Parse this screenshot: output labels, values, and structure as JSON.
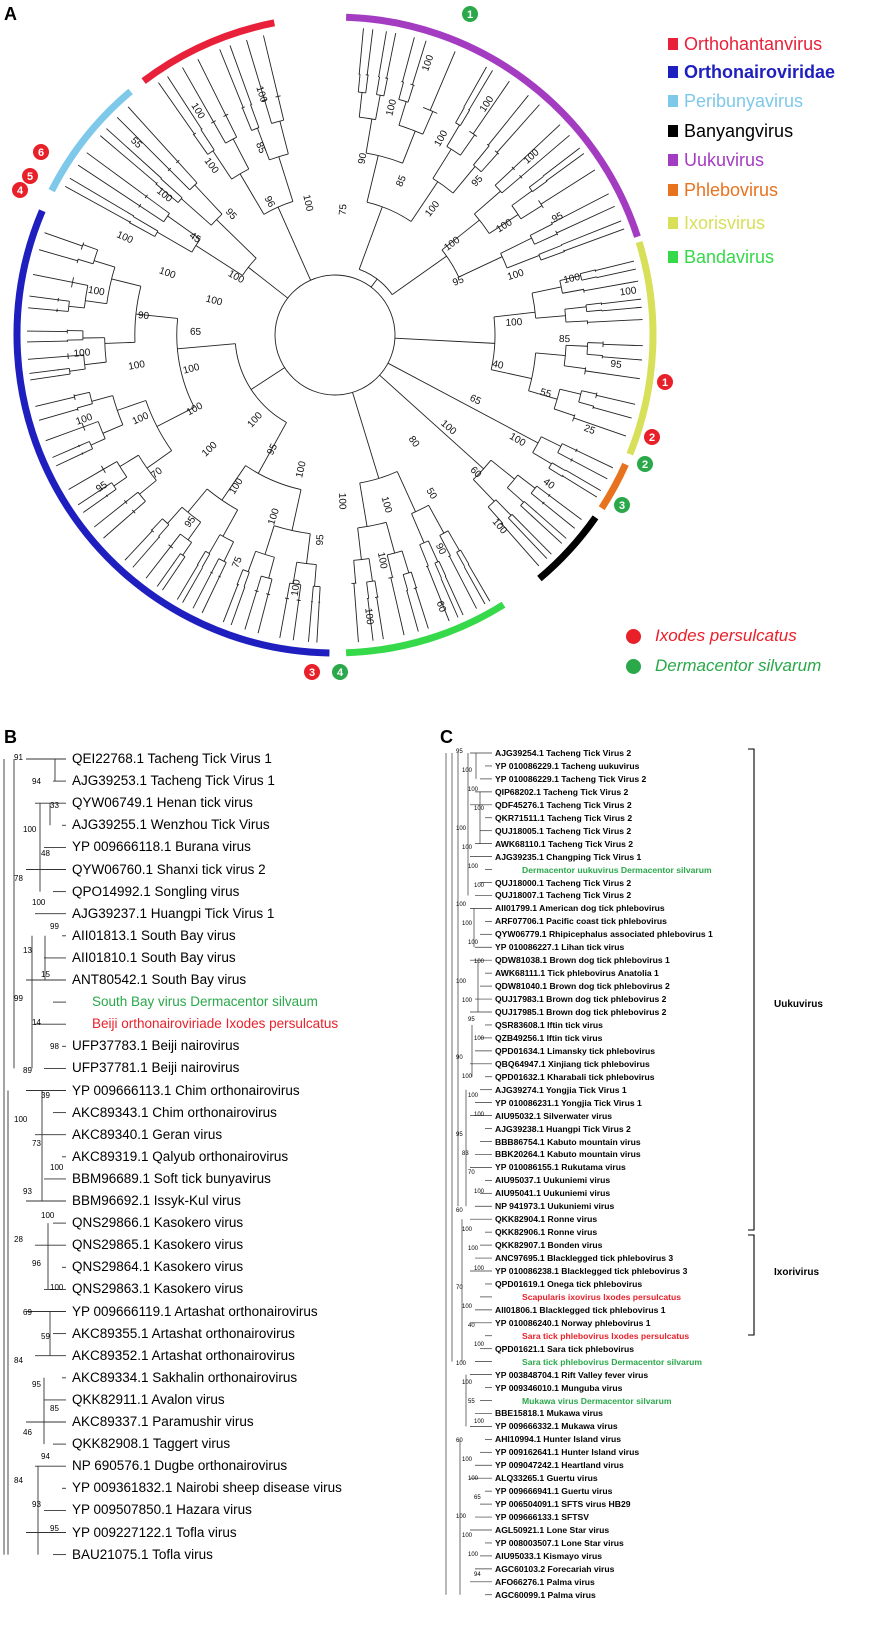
{
  "panels": {
    "a": "A",
    "b": "B",
    "c": "C"
  },
  "colors": {
    "orthohantanvirus": "#e8203a",
    "orthonairoviridae": "#1f1fbf",
    "peribunyavirus": "#7ec8ea",
    "banyangvirus": "#000000",
    "uukuvirus": "#a43cc2",
    "phlebovirus": "#e8731f",
    "ixorisvirus": "#d8e05a",
    "bandavirus": "#35d94a",
    "ixodes": "#e8202a",
    "dermacentor": "#2aa84a"
  },
  "legend": [
    {
      "label": "Orthohantanvirus",
      "color": "#e8203a",
      "bold": false
    },
    {
      "label": "Orthonairoviridae",
      "color": "#1f1fbf",
      "bold": true
    },
    {
      "label": "Peribunyavirus",
      "color": "#7ec8ea",
      "bold": false
    },
    {
      "label": "Banyangvirus",
      "color": "#000000",
      "bold": false
    },
    {
      "label": "Uukuvirus",
      "color": "#a43cc2",
      "bold": false
    },
    {
      "label": "Phlebovirus",
      "color": "#e8731f",
      "bold": false
    },
    {
      "label": "Ixorisvirus",
      "color": "#d8e05a",
      "bold": false
    },
    {
      "label": "Bandavirus",
      "color": "#35d94a",
      "bold": false
    }
  ],
  "hosts": [
    {
      "label": "Ixodes persulcatus",
      "color": "#e8202a"
    },
    {
      "label": "Dermacentor silvarum",
      "color": "#2aa84a"
    }
  ],
  "markers": [
    {
      "num": "1",
      "host": "dermacentor"
    },
    {
      "num": "1",
      "host": "ixodes"
    },
    {
      "num": "2",
      "host": "ixodes"
    },
    {
      "num": "2",
      "host": "dermacentor"
    },
    {
      "num": "3",
      "host": "dermacentor"
    },
    {
      "num": "3",
      "host": "ixodes"
    },
    {
      "num": "4",
      "host": "dermacentor"
    },
    {
      "num": "4",
      "host": "ixodes"
    },
    {
      "num": "5",
      "host": "ixodes"
    },
    {
      "num": "6",
      "host": "ixodes"
    }
  ],
  "panelA_bootstrap": [
    "75",
    "90",
    "100",
    "100",
    "85",
    "100",
    "100",
    "100",
    "95",
    "100",
    "100",
    "100",
    "95",
    "95",
    "100",
    "100",
    "100",
    "100",
    "85",
    "95",
    "40",
    "55",
    "25",
    "65",
    "100",
    "40",
    "100",
    "60",
    "100",
    "80",
    "50",
    "90",
    "60",
    "100",
    "100",
    "100",
    "100",
    "95",
    "100",
    "100",
    "100",
    "75",
    "95",
    "100",
    "95",
    "100",
    "100",
    "70",
    "95",
    "100",
    "100",
    "100",
    "100",
    "100",
    "100",
    "65",
    "90",
    "100",
    "100",
    "100",
    "100",
    "100",
    "45",
    "100",
    "55",
    "95",
    "100",
    "100",
    "96",
    "85",
    "100",
    "100"
  ],
  "panelB": {
    "tips": [
      {
        "label": "QEI22768.1 Tacheng Tick Virus 1",
        "hl": ""
      },
      {
        "label": "AJG39253.1 Tacheng Tick Virus 1",
        "hl": ""
      },
      {
        "label": "QYW06749.1 Henan tick virus",
        "hl": ""
      },
      {
        "label": "AJG39255.1 Wenzhou Tick Virus",
        "hl": ""
      },
      {
        "label": "YP 009666118.1 Burana virus",
        "hl": ""
      },
      {
        "label": "QYW06760.1 Shanxi tick virus 2",
        "hl": ""
      },
      {
        "label": "QPO14992.1 Songling virus",
        "hl": ""
      },
      {
        "label": "AJG39237.1 Huangpi Tick Virus 1",
        "hl": ""
      },
      {
        "label": "AII01813.1 South Bay virus",
        "hl": ""
      },
      {
        "label": "AII01810.1 South Bay virus",
        "hl": ""
      },
      {
        "label": "ANT80542.1 South Bay virus",
        "hl": ""
      },
      {
        "label": "South Bay virus Dermacentor silvaum",
        "hl": "dermacentor"
      },
      {
        "label": "Beiji orthonairoviriade Ixodes persulcatus",
        "hl": "ixodes"
      },
      {
        "label": "UFP37783.1 Beiji nairovirus",
        "hl": ""
      },
      {
        "label": "UFP37781.1 Beiji nairovirus",
        "hl": ""
      },
      {
        "label": "YP 009666113.1 Chim orthonairovirus",
        "hl": ""
      },
      {
        "label": "AKC89343.1 Chim orthonairovirus",
        "hl": ""
      },
      {
        "label": "AKC89340.1 Geran virus",
        "hl": ""
      },
      {
        "label": "AKC89319.1 Qalyub orthonairovirus",
        "hl": ""
      },
      {
        "label": "BBM96689.1 Soft tick bunyavirus",
        "hl": ""
      },
      {
        "label": "BBM96692.1 Issyk-Kul virus",
        "hl": ""
      },
      {
        "label": "QNS29866.1 Kasokero virus",
        "hl": ""
      },
      {
        "label": "QNS29865.1 Kasokero virus",
        "hl": ""
      },
      {
        "label": "QNS29864.1 Kasokero virus",
        "hl": ""
      },
      {
        "label": "QNS29863.1 Kasokero virus",
        "hl": ""
      },
      {
        "label": "YP 009666119.1 Artashat orthonairovirus",
        "hl": ""
      },
      {
        "label": "AKC89355.1 Artashat orthonairovirus",
        "hl": ""
      },
      {
        "label": "AKC89352.1 Artashat orthonairovirus",
        "hl": ""
      },
      {
        "label": "AKC89334.1 Sakhalin orthonairovirus",
        "hl": ""
      },
      {
        "label": "QKK82911.1 Avalon virus",
        "hl": ""
      },
      {
        "label": "AKC89337.1 Paramushir virus",
        "hl": ""
      },
      {
        "label": "QKK82908.1 Taggert virus",
        "hl": ""
      },
      {
        "label": "NP 690576.1 Dugbe orthonairovirus",
        "hl": ""
      },
      {
        "label": "YP 009361832.1 Nairobi sheep disease virus",
        "hl": ""
      },
      {
        "label": "YP 009507850.1 Hazara virus",
        "hl": ""
      },
      {
        "label": "YP 009227122.1 Tofla virus",
        "hl": ""
      },
      {
        "label": "BAU21075.1 Tofla virus",
        "hl": ""
      }
    ],
    "bootstrap": [
      "91",
      "94",
      "33",
      "100",
      "48",
      "78",
      "100",
      "99",
      "13",
      "15",
      "99",
      "14",
      "98",
      "89",
      "39",
      "100",
      "73",
      "100",
      "93",
      "100",
      "28",
      "96",
      "100",
      "69",
      "59",
      "84",
      "95",
      "85",
      "46",
      "94",
      "84",
      "93",
      "95"
    ]
  },
  "panelC": {
    "tips": [
      {
        "label": "AJG39254.1 Tacheng Tick Virus 2",
        "hl": ""
      },
      {
        "label": "YP 010086229.1 Tacheng uukuvirus",
        "hl": ""
      },
      {
        "label": "YP 010086229.1 Tacheng Tick Virus 2",
        "hl": ""
      },
      {
        "label": "QIP68202.1 Tacheng Tick Virus 2",
        "hl": ""
      },
      {
        "label": "QDF45276.1 Tacheng Tick Virus 2",
        "hl": ""
      },
      {
        "label": "QKR71511.1 Tacheng Tick Virus 2",
        "hl": ""
      },
      {
        "label": "QUJ18005.1 Tacheng Tick Virus 2",
        "hl": ""
      },
      {
        "label": "AWK68110.1 Tacheng Tick Virus 2",
        "hl": ""
      },
      {
        "label": "AJG39235.1 Changping Tick Virus 1",
        "hl": ""
      },
      {
        "label": "Dermacentor uukuvirus Dermacentor silvarum",
        "hl": "dermacentor"
      },
      {
        "label": "QUJ18000.1 Tacheng Tick Virus 2",
        "hl": ""
      },
      {
        "label": "QUJ18007.1 Tacheng Tick Virus 2",
        "hl": ""
      },
      {
        "label": "AII01799.1 American dog tick phlebovirus",
        "hl": ""
      },
      {
        "label": "ARF07706.1 Pacific coast tick phlebovirus",
        "hl": ""
      },
      {
        "label": "QYW06779.1 Rhipicephalus associated phlebovirus 1",
        "hl": ""
      },
      {
        "label": "YP 010086227.1 Lihan tick virus",
        "hl": ""
      },
      {
        "label": "QDW81038.1 Brown dog tick phlebovirus 1",
        "hl": ""
      },
      {
        "label": "AWK68111.1 Tick phlebovirus Anatolia 1",
        "hl": ""
      },
      {
        "label": "QDW81040.1 Brown dog tick phlebovirus 2",
        "hl": ""
      },
      {
        "label": "QUJ17983.1 Brown dog tick phlebovirus 2",
        "hl": ""
      },
      {
        "label": "QUJ17985.1 Brown dog tick phlebovirus 2",
        "hl": ""
      },
      {
        "label": "QSR83608.1 Iftin tick virus",
        "hl": ""
      },
      {
        "label": "QZB49256.1 Iftin tick virus",
        "hl": ""
      },
      {
        "label": "QPD01634.1 Limansky tick phlebovirus",
        "hl": ""
      },
      {
        "label": "QBQ64947.1 Xinjiang tick phlebovirus",
        "hl": ""
      },
      {
        "label": "QPD01632.1 Kharabali tick phlebovirus",
        "hl": ""
      },
      {
        "label": "AJG39274.1 Yongjia Tick Virus 1",
        "hl": ""
      },
      {
        "label": "YP 010086231.1 Yongjia Tick Virus 1",
        "hl": ""
      },
      {
        "label": "AIU95032.1 Silverwater virus",
        "hl": ""
      },
      {
        "label": "AJG39238.1 Huangpi Tick Virus 2",
        "hl": ""
      },
      {
        "label": "BBB86754.1 Kabuto mountain virus",
        "hl": ""
      },
      {
        "label": "BBK20264.1 Kabuto mountain virus",
        "hl": ""
      },
      {
        "label": "YP 010086155.1 Rukutama virus",
        "hl": ""
      },
      {
        "label": "AIU95037.1 Uukuniemi virus",
        "hl": ""
      },
      {
        "label": "AIU95041.1 Uukuniemi virus",
        "hl": ""
      },
      {
        "label": "NP 941973.1 Uukuniemi virus",
        "hl": ""
      },
      {
        "label": "QKK82904.1 Ronne virus",
        "hl": ""
      },
      {
        "label": "QKK82906.1 Ronne virus",
        "hl": ""
      },
      {
        "label": "QKK82907.1 Bonden virus",
        "hl": ""
      },
      {
        "label": "ANC97695.1 Blacklegged tick phlebovirus 3",
        "hl": ""
      },
      {
        "label": "YP 010086238.1 Blacklegged tick phlebovirus 3",
        "hl": ""
      },
      {
        "label": "QPD01619.1 Onega tick phlebovirus",
        "hl": ""
      },
      {
        "label": "Scapularis ixovirus Ixodes persulcatus",
        "hl": "ixodes"
      },
      {
        "label": "AII01806.1 Blacklegged tick phlebovirus 1",
        "hl": ""
      },
      {
        "label": "YP 010086240.1 Norway phlebovirus 1",
        "hl": ""
      },
      {
        "label": "Sara tick phlebovirus Ixodes persulcatus",
        "hl": "ixodes"
      },
      {
        "label": "QPD01621.1 Sara tick phlebovirus",
        "hl": ""
      },
      {
        "label": "Sara tick phlebovirus Dermacentor silvarum",
        "hl": "dermacentor"
      },
      {
        "label": "YP 003848704.1 Rift Valley fever virus",
        "hl": ""
      },
      {
        "label": "YP 009346010.1 Munguba virus",
        "hl": ""
      },
      {
        "label": "Mukawa virus Dermacentor silvarum",
        "hl": "dermacentor"
      },
      {
        "label": "BBE15818.1 Mukawa virus",
        "hl": ""
      },
      {
        "label": "YP 009666332.1 Mukawa virus",
        "hl": ""
      },
      {
        "label": "AHI10994.1 Hunter Island virus",
        "hl": ""
      },
      {
        "label": "YP 009162641.1 Hunter Island virus",
        "hl": ""
      },
      {
        "label": "YP 009047242.1 Heartland virus",
        "hl": ""
      },
      {
        "label": "ALQ33265.1 Guertu virus",
        "hl": ""
      },
      {
        "label": "YP 009666941.1 Guertu virus",
        "hl": ""
      },
      {
        "label": "YP 006504091.1 SFTS virus HB29",
        "hl": ""
      },
      {
        "label": "YP 009666133.1 SFTSV",
        "hl": ""
      },
      {
        "label": "AGL50921.1 Lone Star virus",
        "hl": ""
      },
      {
        "label": "YP 008003507.1 Lone Star virus",
        "hl": ""
      },
      {
        "label": "AIU95033.1 Kismayo virus",
        "hl": ""
      },
      {
        "label": "AGC60103.2 Forecariah virus",
        "hl": ""
      },
      {
        "label": "AFO66276.1 Palma virus",
        "hl": ""
      },
      {
        "label": "AGC60099.1 Palma virus",
        "hl": ""
      }
    ],
    "clades": [
      {
        "label": "Uukuvirus"
      },
      {
        "label": "Ixorivirus"
      }
    ],
    "bootstrap": [
      "95",
      "100",
      "100",
      "100",
      "100",
      "100",
      "100",
      "100",
      "100",
      "100",
      "100",
      "100",
      "100",
      "100",
      "95",
      "100",
      "90",
      "100",
      "100",
      "100",
      "95",
      "83",
      "70",
      "100",
      "60",
      "100",
      "100",
      "100",
      "70",
      "100",
      "40",
      "100",
      "100",
      "100",
      "55",
      "100",
      "60",
      "100",
      "100",
      "65",
      "100",
      "100",
      "100",
      "94"
    ]
  }
}
